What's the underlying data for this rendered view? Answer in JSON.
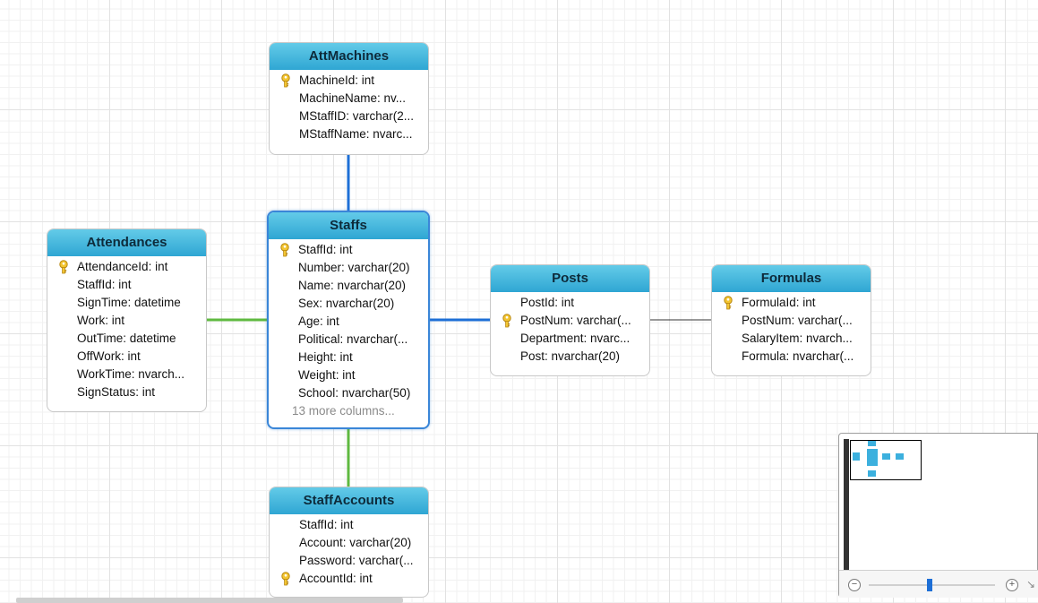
{
  "colors": {
    "header_gradient": [
      "#63cbe8",
      "#2fa6d3"
    ],
    "link_blue": "#1e6fd6",
    "link_green": "#5fb940",
    "link_black": "#333333",
    "selection_border": "#3a86d8"
  },
  "tables": {
    "attmachines": {
      "title": "AttMachines",
      "rows": [
        {
          "text": "MachineId: int",
          "key": true
        },
        {
          "text": "MachineName: nv...",
          "key": false
        },
        {
          "text": "MStaffID: varchar(2...",
          "key": false
        },
        {
          "text": "MStaffName: nvarc...",
          "key": false
        }
      ]
    },
    "staffs": {
      "title": "Staffs",
      "rows": [
        {
          "text": "StaffId: int",
          "key": true
        },
        {
          "text": "Number: varchar(20)",
          "key": false
        },
        {
          "text": "Name: nvarchar(20)",
          "key": false
        },
        {
          "text": "Sex: nvarchar(20)",
          "key": false
        },
        {
          "text": "Age: int",
          "key": false
        },
        {
          "text": "Political: nvarchar(...",
          "key": false
        },
        {
          "text": "Height: int",
          "key": false
        },
        {
          "text": "Weight: int",
          "key": false
        },
        {
          "text": "School: nvarchar(50)",
          "key": false
        }
      ],
      "more": "13 more columns..."
    },
    "attendances": {
      "title": "Attendances",
      "rows": [
        {
          "text": "AttendanceId: int",
          "key": true
        },
        {
          "text": "StaffId: int",
          "key": false
        },
        {
          "text": "SignTime: datetime",
          "key": false
        },
        {
          "text": "Work: int",
          "key": false
        },
        {
          "text": "OutTime: datetime",
          "key": false
        },
        {
          "text": "OffWork: int",
          "key": false
        },
        {
          "text": "WorkTime: nvarch...",
          "key": false
        },
        {
          "text": "SignStatus: int",
          "key": false
        }
      ]
    },
    "posts": {
      "title": "Posts",
      "rows": [
        {
          "text": "PostId: int",
          "key": false
        },
        {
          "text": "PostNum: varchar(...",
          "key": true
        },
        {
          "text": "Department: nvarc...",
          "key": false
        },
        {
          "text": "Post: nvarchar(20)",
          "key": false
        }
      ]
    },
    "formulas": {
      "title": "Formulas",
      "rows": [
        {
          "text": "FormulaId: int",
          "key": true
        },
        {
          "text": "PostNum: varchar(...",
          "key": false
        },
        {
          "text": "SalaryItem: nvarch...",
          "key": false
        },
        {
          "text": "Formula: nvarchar(...",
          "key": false
        }
      ]
    },
    "staffaccounts": {
      "title": "StaffAccounts",
      "rows": [
        {
          "text": "StaffId: int",
          "key": false
        },
        {
          "text": "Account: varchar(20)",
          "key": false
        },
        {
          "text": "Password: varchar(...",
          "key": false
        },
        {
          "text": "AccountId: int",
          "key": true
        }
      ]
    }
  },
  "links": [
    {
      "from": "staffs",
      "to": "attmachines",
      "color": "blue"
    },
    {
      "from": "staffs",
      "to": "attendances",
      "color": "green"
    },
    {
      "from": "staffs",
      "to": "posts",
      "color": "blue"
    },
    {
      "from": "posts",
      "to": "formulas",
      "color": "black"
    },
    {
      "from": "staffs",
      "to": "staffaccounts",
      "color": "green"
    }
  ],
  "overview": {
    "zoom_out_icon": "minus-circle-icon",
    "zoom_in_icon": "plus-circle-icon",
    "zoom_out_glyph": "−",
    "zoom_in_glyph": "+",
    "zoom_level": 0.5
  }
}
